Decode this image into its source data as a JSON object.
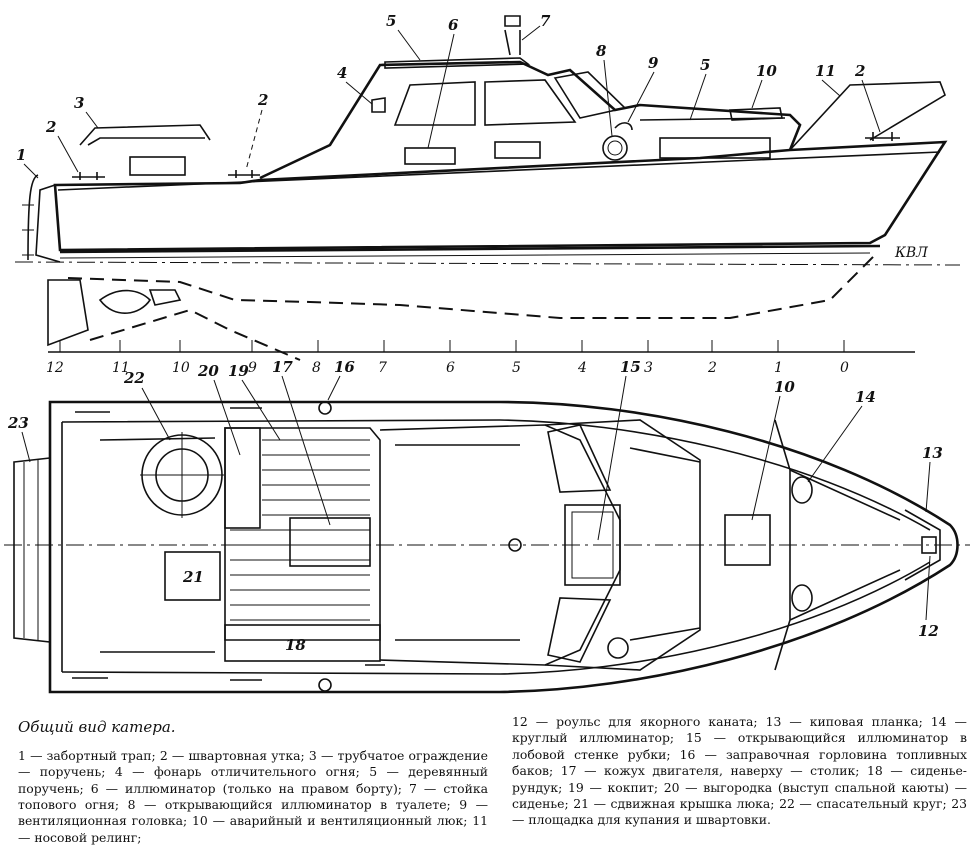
{
  "caption": {
    "title": "Общий вид катера.",
    "legend_left": [
      "1 — забортный трап;",
      "2 — швартовная утка;",
      "3 — трубчатое ограждение — поручень;",
      "4 — фонарь отличительного огня;",
      "5 — деревянный поручень;",
      "6 — иллюминатор (только на правом борту);",
      "7 — стойка топового огня;",
      "8 — открывающийся иллюминатор в туалете;",
      "9 — вентиляционная головка;",
      "10 — аварийный и вентиляционный люк;",
      "11 — носовой релинг;"
    ],
    "legend_right": [
      "12 — роульс для якорного каната;",
      "13 — киповая планка;",
      "14 — круглый иллюминатор;",
      "15 — открывающийся иллюминатор в лобовой стенке рубки;",
      "16 — заправочная горловина топливных баков;",
      "17 — кожух двигателя, наверху — столик;",
      "18 — сиденье-рундук;",
      "19 — кокпит;",
      "20 — выгородка (выступ спальной каюты) — сиденье;",
      "21 — сдвижная крышка люка;",
      "22 — спасательный круг;",
      "23 — площадка для купания и швартовки."
    ]
  },
  "side_view": {
    "waterline_label": "КВЛ",
    "callouts": [
      "1",
      "2",
      "3",
      "2",
      "4",
      "5",
      "6",
      "7",
      "8",
      "9",
      "5",
      "10",
      "11",
      "2"
    ],
    "stations": [
      "12",
      "11",
      "10",
      "9",
      "8",
      "7",
      "6",
      "5",
      "4",
      "3",
      "2",
      "1",
      "0"
    ]
  },
  "plan_view": {
    "callouts": [
      "22",
      "20",
      "19",
      "17",
      "16",
      "15",
      "10",
      "14",
      "13",
      "12",
      "21",
      "18",
      "23"
    ]
  }
}
